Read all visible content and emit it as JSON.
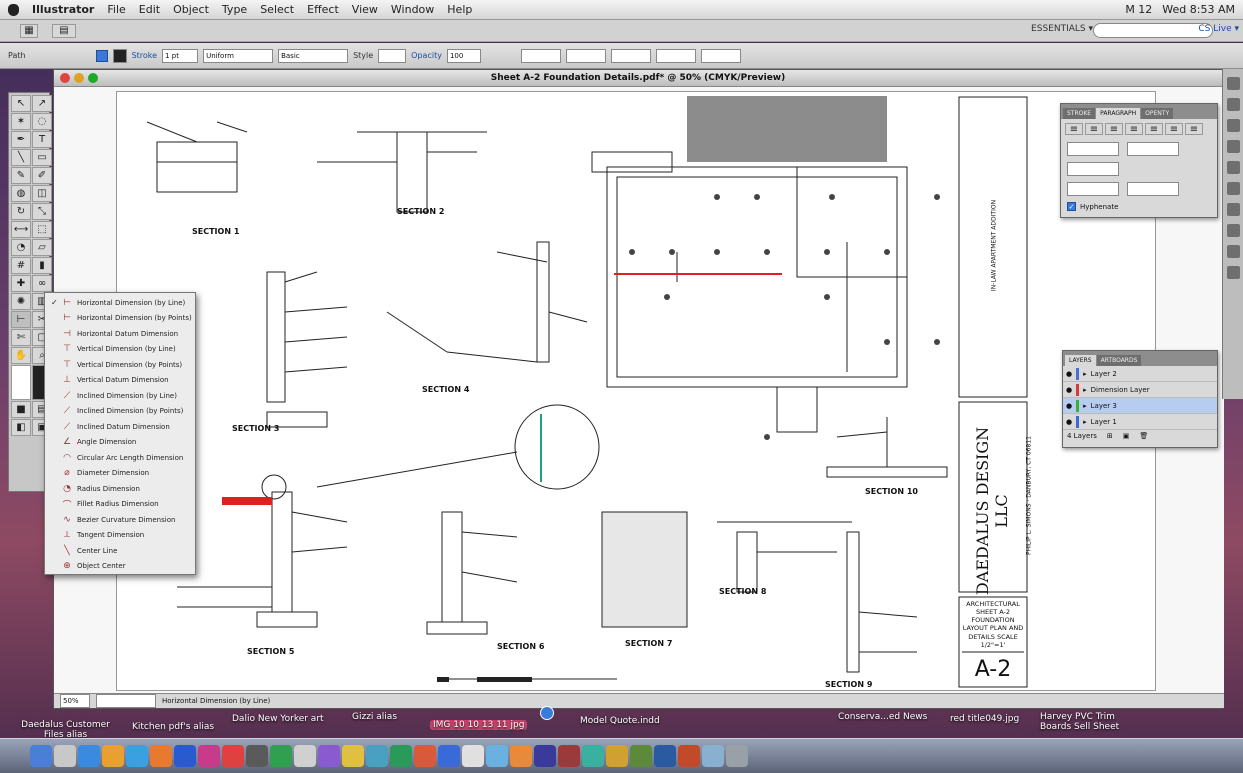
{
  "menubar": {
    "app": "Illustrator",
    "items": [
      "File",
      "Edit",
      "Object",
      "Type",
      "Select",
      "Effect",
      "View",
      "Window",
      "Help"
    ],
    "right": [
      "M 12",
      "Wed 8:53 AM"
    ]
  },
  "appbar": {
    "workspace": "ESSENTIALS ▾",
    "cslive": "CS Live ▾"
  },
  "ctrlbar": {
    "object_label": "Path",
    "stroke_label": "Stroke",
    "stroke_value": "1 pt",
    "uniform_label": "Uniform",
    "basic_label": "Basic",
    "style_label": "Style",
    "opacity_label": "Opacity",
    "opacity_value": "100"
  },
  "document": {
    "title": "Sheet A-2 Foundation Details.pdf* @ 50% (CMYK/Preview)",
    "zoom": "50%",
    "status_tool": "Horizontal Dimension (by Line)"
  },
  "drawing": {
    "sections": [
      "SECTION 1",
      "SECTION 2",
      "SECTION 3",
      "SECTION 4",
      "SECTION 5",
      "SECTION 6",
      "SECTION 7",
      "SECTION 8",
      "SECTION 9",
      "SECTION 10"
    ],
    "titleblock": {
      "company": "DAEDALUS DESIGN LLC",
      "sub": "PHILIP L. SIMONS · DANBURY, CT 06811",
      "sheet_title": "ARCHITECTURAL SHEET A-2 FOUNDATION LAYOUT PLAN AND DETAILS SCALE 1/2\"=1'",
      "sheet_number": "A-2",
      "project": "IN-LAW APARTMENT ADDITION"
    }
  },
  "dimension_menu": {
    "items": [
      {
        "label": "Horizontal Dimension (by Line)",
        "icon": "horizontal-line-icon",
        "selected": true
      },
      {
        "label": "Horizontal Dimension (by Points)",
        "icon": "horizontal-points-icon"
      },
      {
        "label": "Horizontal Datum Dimension",
        "icon": "horizontal-datum-icon"
      },
      {
        "label": "Vertical Dimension (by Line)",
        "icon": "vertical-line-icon"
      },
      {
        "label": "Vertical Dimension (by Points)",
        "icon": "vertical-points-icon"
      },
      {
        "label": "Vertical Datum Dimension",
        "icon": "vertical-datum-icon"
      },
      {
        "label": "Inclined Dimension (by Line)",
        "icon": "inclined-line-icon"
      },
      {
        "label": "Inclined Dimension (by Points)",
        "icon": "inclined-points-icon"
      },
      {
        "label": "Inclined Datum Dimension",
        "icon": "inclined-datum-icon"
      },
      {
        "label": "Angle Dimension",
        "icon": "angle-icon"
      },
      {
        "label": "Circular Arc Length Dimension",
        "icon": "arc-length-icon"
      },
      {
        "label": "Diameter Dimension",
        "icon": "diameter-icon"
      },
      {
        "label": "Radius Dimension",
        "icon": "radius-icon"
      },
      {
        "label": "Fillet Radius Dimension",
        "icon": "fillet-icon"
      },
      {
        "label": "Bezier Curvature Dimension",
        "icon": "bezier-icon"
      },
      {
        "label": "Tangent Dimension",
        "icon": "tangent-icon"
      },
      {
        "label": "Center Line",
        "icon": "center-line-icon"
      },
      {
        "label": "Object Center",
        "icon": "object-center-icon"
      }
    ]
  },
  "paragraph_panel": {
    "tabs": [
      "STROKE",
      "PARAGRAPH",
      "OPENTY"
    ],
    "hyphenate": "Hyphenate"
  },
  "layers_panel": {
    "tabs": [
      "LAYERS",
      "ARTBOARDS"
    ],
    "layers": [
      {
        "name": "Layer 2",
        "color": "#4a6ed8"
      },
      {
        "name": "Dimension Layer",
        "color": "#d83a3a"
      },
      {
        "name": "Layer 3",
        "color": "#3ab23a",
        "selected": true
      },
      {
        "name": "Layer 1",
        "color": "#3a6ad8"
      }
    ],
    "footer": "4 Layers"
  },
  "desktop": {
    "labels": [
      "Daedalus Customer Files alias",
      "Kitchen pdf's alias",
      "Dalio New Yorker art",
      "Gizzi alias",
      "Model Quote.indd",
      "Conserva...ed News",
      "red title049.jpg",
      "Harvey PVC Trim Boards Sell Sheet"
    ],
    "highlighted": "IMG 10 10 13 11 jpg"
  },
  "colors": {
    "accent": "#3b78d8",
    "red_dimension": "#e02020"
  }
}
